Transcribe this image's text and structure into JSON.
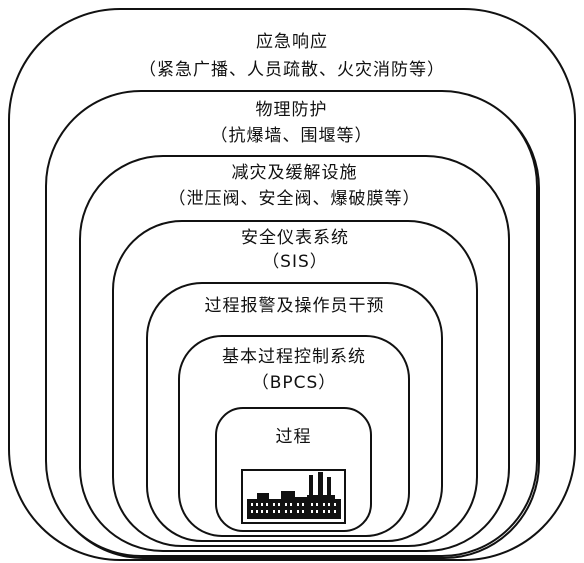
{
  "layers": [
    {
      "title": "应急响应",
      "subtitle": "（紧急广播、人员疏散、火灾消防等）"
    },
    {
      "title": "物理防护",
      "subtitle": "（抗爆墙、围堰等）"
    },
    {
      "title": "减灾及缓解设施",
      "subtitle": "（泄压阀、安全阀、爆破膜等）"
    },
    {
      "title": "安全仪表系统",
      "subtitle": "（SIS）"
    },
    {
      "title": "过程报警及操作员干预"
    },
    {
      "title": "基本过程控制系统",
      "subtitle": "（BPCS）"
    },
    {
      "title": "过程"
    }
  ],
  "colors": {
    "line": "#111111",
    "background": "#ffffff"
  }
}
